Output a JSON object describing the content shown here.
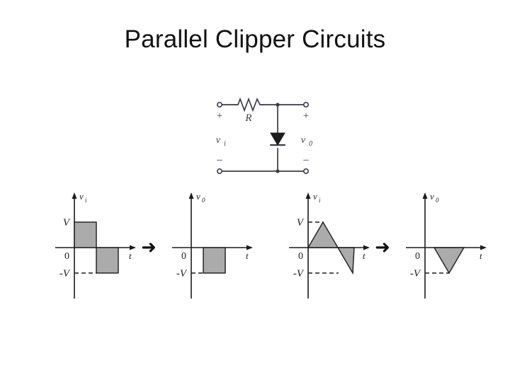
{
  "slide": {
    "title": "Parallel Clipper Circuits",
    "background_color": "#ffffff",
    "text_color": "#111111"
  },
  "circuit": {
    "name": "parallel-clipper-schematic",
    "resistor_label": "R",
    "input_label": "v",
    "input_sub": "i",
    "output_label": "v",
    "output_sub": "0",
    "input_plus": "+",
    "input_minus": "–",
    "output_plus": "+",
    "output_minus": "–",
    "diode_orientation": "down",
    "line_color": "#3b3b4a",
    "fill_color": "#ffffff"
  },
  "transform_arrows": [
    {
      "name": "arrow-square",
      "glyph": "➜"
    },
    {
      "name": "arrow-triangle",
      "glyph": "➜"
    }
  ],
  "style": {
    "waveform_fill": "#ababab",
    "waveform_stroke": "#1c1c1c",
    "axis_color": "#1c1c1c",
    "dashed_color": "#1c1c1c"
  },
  "chart_data": [
    {
      "name": "square-input",
      "type": "area",
      "title": "",
      "ylabel": "v",
      "ylabel_sub": "i",
      "xlabel": "t",
      "origin_label": "0",
      "ytick_labels": [
        "V",
        "-V"
      ],
      "ytick_values": [
        1,
        -1
      ],
      "ylim": [
        -1.35,
        1.35
      ],
      "xlim": [
        0,
        4
      ],
      "grid": false,
      "legend": false,
      "waveform": "square",
      "x": [
        0,
        0,
        1,
        1,
        2,
        2
      ],
      "y": [
        0,
        1,
        1,
        -1,
        -1,
        0
      ],
      "description": "Square wave input: +V for first half cycle, -V for second half cycle",
      "dashed_levels": [
        -1
      ]
    },
    {
      "name": "square-output",
      "type": "area",
      "title": "",
      "ylabel": "v",
      "ylabel_sub": "0",
      "xlabel": "t",
      "origin_label": "0",
      "ytick_labels": [
        "-V"
      ],
      "ytick_values": [
        -1
      ],
      "ylim": [
        -1.35,
        1.35
      ],
      "xlim": [
        0,
        4
      ],
      "grid": false,
      "legend": false,
      "waveform": "square-clipped",
      "x": [
        0,
        1,
        1,
        2,
        2
      ],
      "y": [
        0,
        0,
        -1,
        -1,
        0
      ],
      "description": "Output with positive half clipped: only -V pulse remains",
      "dashed_levels": [
        -1
      ]
    },
    {
      "name": "triangle-input",
      "type": "area",
      "title": "",
      "ylabel": "v",
      "ylabel_sub": "i",
      "xlabel": "t",
      "origin_label": "0",
      "ytick_labels": [
        "V",
        "-V"
      ],
      "ytick_values": [
        1,
        -1
      ],
      "ylim": [
        -1.35,
        1.35
      ],
      "xlim": [
        0,
        4
      ],
      "grid": false,
      "legend": false,
      "waveform": "triangle",
      "x": [
        0,
        0.55,
        1.1,
        1.65,
        2.2
      ],
      "y": [
        0,
        1,
        0,
        -1,
        0
      ],
      "description": "Triangular wave input rising to +V then falling to -V and back to 0",
      "dashed_levels": [
        1,
        -1
      ]
    },
    {
      "name": "triangle-output",
      "type": "area",
      "title": "",
      "ylabel": "v",
      "ylabel_sub": "0",
      "xlabel": "t",
      "origin_label": "0",
      "ytick_labels": [
        "-V"
      ],
      "ytick_values": [
        -1
      ],
      "ylim": [
        -1.35,
        1.35
      ],
      "xlim": [
        0,
        4
      ],
      "grid": false,
      "legend": false,
      "waveform": "triangle-clipped",
      "x": [
        0,
        1.1,
        1.65,
        2.2
      ],
      "y": [
        0,
        0,
        -1,
        0
      ],
      "description": "Output with positive lobe clipped: only negative triangular lobe remains",
      "dashed_levels": [
        -1
      ]
    }
  ]
}
